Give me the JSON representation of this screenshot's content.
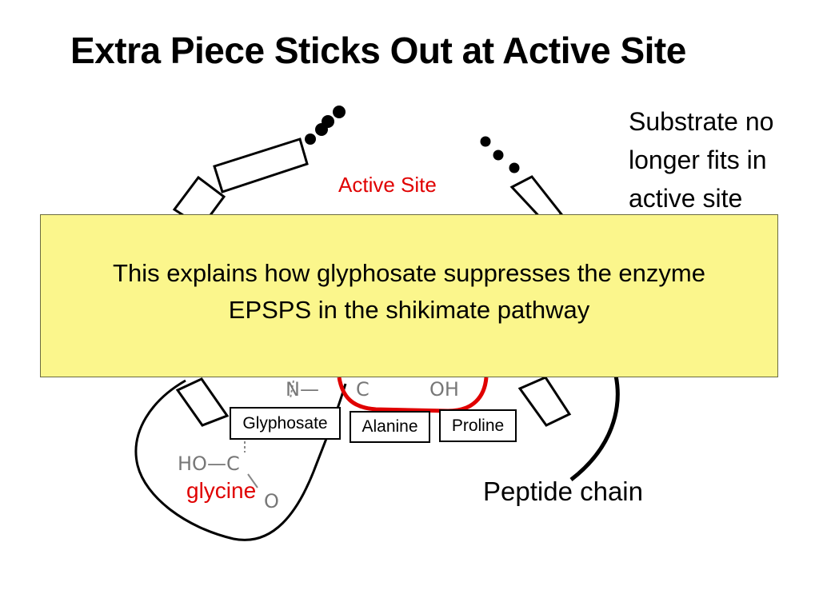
{
  "slide": {
    "title": "Extra Piece Sticks Out at Active Site"
  },
  "annotations": {
    "substrate_note_lines": [
      "Substrate no",
      "longer fits in",
      "active site"
    ],
    "active_site": "Active Site",
    "peptide_chain": "Peptide chain",
    "glycine": "glycine"
  },
  "residues": {
    "glyphosate": "Glyphosate",
    "alanine": "Alanine",
    "proline": "Proline"
  },
  "chemistry": {
    "n_bond": "N—",
    "c_fragment": "C",
    "oh": "OH",
    "ho_c": "HO—C",
    "o": "O"
  },
  "callout": {
    "line1": "This explains how glyphosate suppresses the enzyme",
    "line2": "EPSPS in the shikimate pathway",
    "color": "#fbf68c"
  },
  "colors": {
    "highlight_red": "#e00000",
    "chem_gray": "#777777"
  }
}
